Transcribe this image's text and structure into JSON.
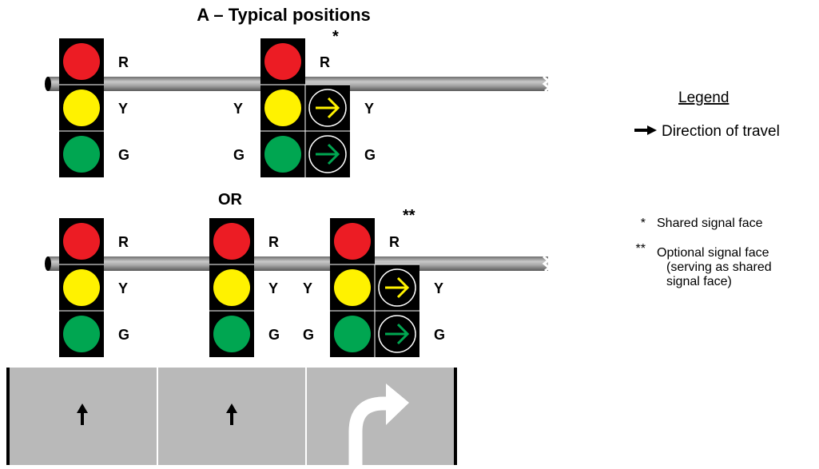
{
  "title": "A – Typical positions",
  "or_label": "OR",
  "colors": {
    "red": "#ec1c24",
    "yellow": "#fff200",
    "green": "#00a651",
    "housing": "#000000",
    "mast_arm": "#9a9a9a",
    "roadway": "#b9b9b9",
    "arrow_yellow": "#fff200",
    "arrow_green": "#00a651"
  },
  "lens_labels": {
    "red": "R",
    "yellow": "Y",
    "green": "G"
  },
  "marks": {
    "shared": "*",
    "optional": "**"
  },
  "legend": {
    "heading": "Legend",
    "direction_icon": "right-arrow-icon",
    "direction_text": "Direction of travel"
  },
  "notes": [
    {
      "mark": "*",
      "lines": [
        "Shared signal face"
      ]
    },
    {
      "mark": "**",
      "lines": [
        "Optional signal face",
        "(serving as shared",
        "signal face)"
      ]
    }
  ],
  "lanes": [
    {
      "icon": "straight-arrow-icon"
    },
    {
      "icon": "straight-arrow-icon"
    },
    {
      "icon": "right-turn-arrow-icon"
    }
  ]
}
